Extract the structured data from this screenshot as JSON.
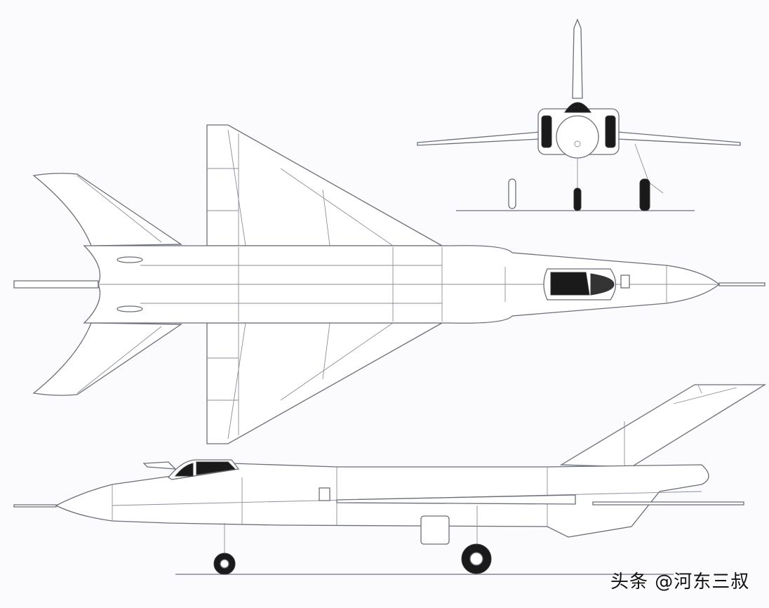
{
  "watermark": {
    "text": "头条 @河东三叔"
  },
  "colors": {
    "background": "#fbfbfd",
    "line": "#6a6e78",
    "canopy": "#1a1a1a"
  },
  "views": [
    "top",
    "front",
    "side"
  ]
}
